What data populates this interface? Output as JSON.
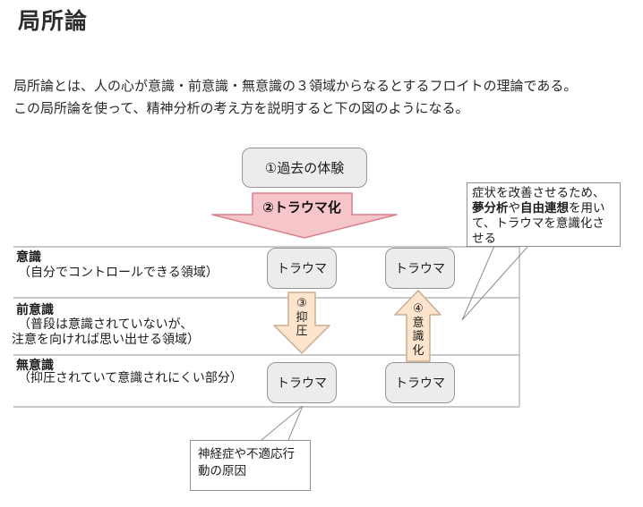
{
  "page": {
    "title": "局所論",
    "intro": {
      "line1": "局所論とは、人の心が意識・前意識・無意識の３領域からなるとするフロイトの理論である。",
      "line2": "この局所論を使って、精神分析の考え方を説明すると下の図のようになる。"
    }
  },
  "diagram": {
    "step1_label": "①過去の体験",
    "step2_label": "②トラウマ化",
    "step3_chars": [
      "③",
      "抑",
      "圧"
    ],
    "step4_chars": [
      "④",
      "意",
      "識",
      "化"
    ],
    "trauma_label": "トラウマ",
    "levels": [
      {
        "name": "意識",
        "desc1": "（自分でコントロールできる領域）"
      },
      {
        "name": "前意識",
        "desc1": "（普段は意識されていないが、",
        "desc2": "注意を向ければ思い出せる領域）"
      },
      {
        "name": "無意識",
        "desc1": "（抑圧されていて意識されにくい部分）"
      }
    ],
    "callout_treatment": {
      "line1": "症状を改善させるため、",
      "line2_segments": [
        {
          "t": "夢分析",
          "b": true
        },
        {
          "t": "や",
          "b": false
        },
        {
          "t": "自由連想",
          "b": true
        },
        {
          "t": "を用い",
          "b": false
        }
      ],
      "line3": "て、トラウマを意識化さ",
      "line4": "せる"
    },
    "callout_neurosis": {
      "line1": "神経症や不適応行",
      "line2": "動の原因"
    }
  },
  "colors": {
    "box_fill": "#ececeb",
    "box_border": "#969696",
    "pink_fill": "#f6c5ca",
    "pink_stroke": "#d9808a",
    "peach_fill": "#fce4cd",
    "peach_stroke": "#c9ad92",
    "table_line": "#a9a9a9",
    "callout_border": "#8f8f8f",
    "text": "#222222"
  }
}
